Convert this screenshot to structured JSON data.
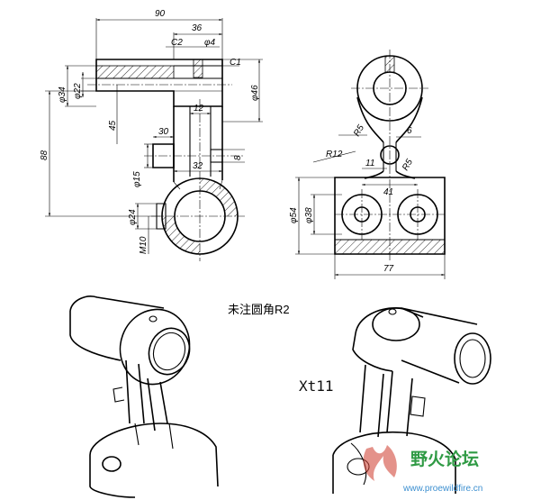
{
  "front_view": {
    "dims": {
      "d90": "90",
      "d36": "36",
      "dC2": "C2",
      "dphi4": "φ4",
      "dC1": "C1",
      "dphi34": "φ34",
      "dphi22": "φ22",
      "d45": "45",
      "d12": "12",
      "dphi46": "φ46",
      "d88": "88",
      "d30": "30",
      "d32": "32",
      "d8": "8",
      "dphi15": "φ15",
      "dphi24": "φ24",
      "dM10": "M10"
    }
  },
  "side_view": {
    "dims": {
      "dR5a": "R5",
      "d6": "6",
      "dR12": "R12",
      "d11": "11",
      "dR5b": "R5",
      "d41": "41",
      "dphi54": "φ54",
      "dphi38": "φ38",
      "d77": "77"
    }
  },
  "notes": {
    "fillet": "未注圆角R2",
    "code": "Xt11"
  },
  "watermark": {
    "text": "野火论坛",
    "url": "www.proewildfire.cn"
  },
  "colors": {
    "line": "#000000",
    "watermark_text": "#2f9a44",
    "watermark_url": "#3c8fd0"
  }
}
